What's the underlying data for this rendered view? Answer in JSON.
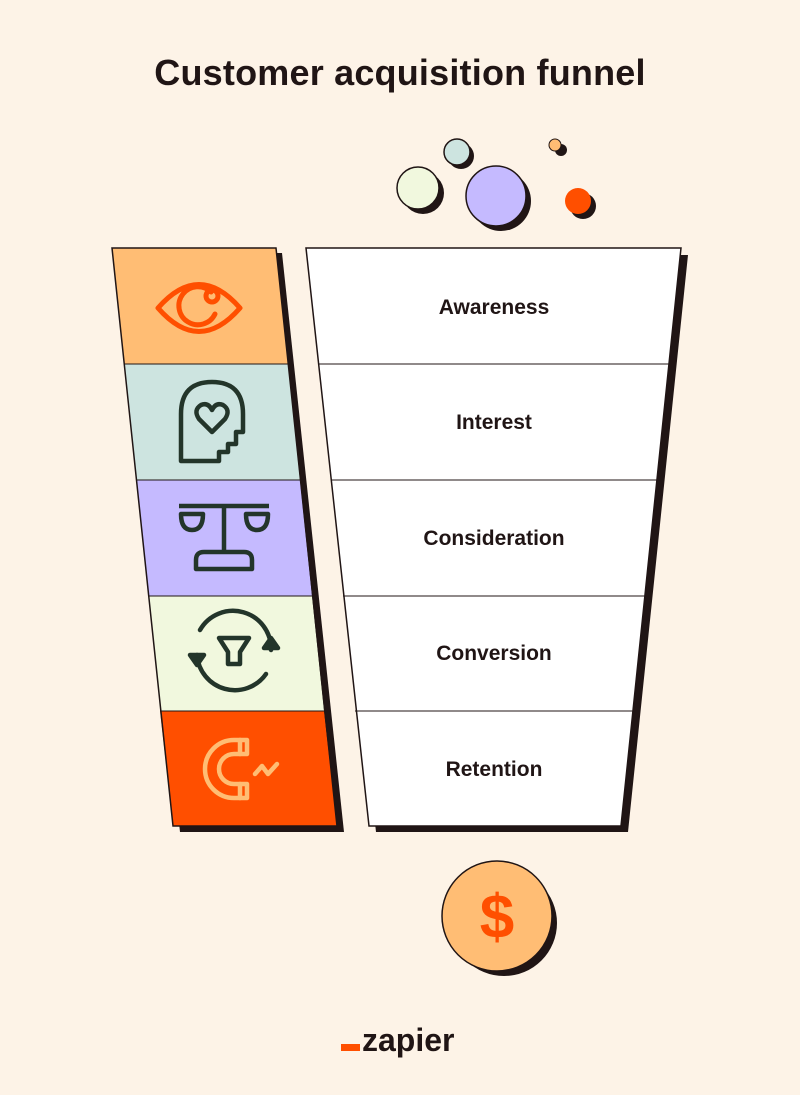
{
  "title": "Customer acquisition funnel",
  "stages": [
    {
      "label": "Awareness",
      "icon": "eye-icon",
      "color": "#ffbd74"
    },
    {
      "label": "Interest",
      "icon": "heart-head-icon",
      "color": "#cde4e0"
    },
    {
      "label": "Consideration",
      "icon": "scales-icon",
      "color": "#c5baff"
    },
    {
      "label": "Conversion",
      "icon": "funnel-cycle-icon",
      "color": "#f1f8de"
    },
    {
      "label": "Retention",
      "icon": "magnet-icon",
      "color": "#ff4f00"
    }
  ],
  "coin": {
    "symbol": "$",
    "color": "#ffbd74",
    "symbol_color": "#ff4f00"
  },
  "brand": {
    "name": "zapier",
    "accent": "#ff4f00"
  },
  "colors": {
    "outline": "#201515",
    "background": "#fdf3e7",
    "funnel_fill": "#ffffff"
  }
}
